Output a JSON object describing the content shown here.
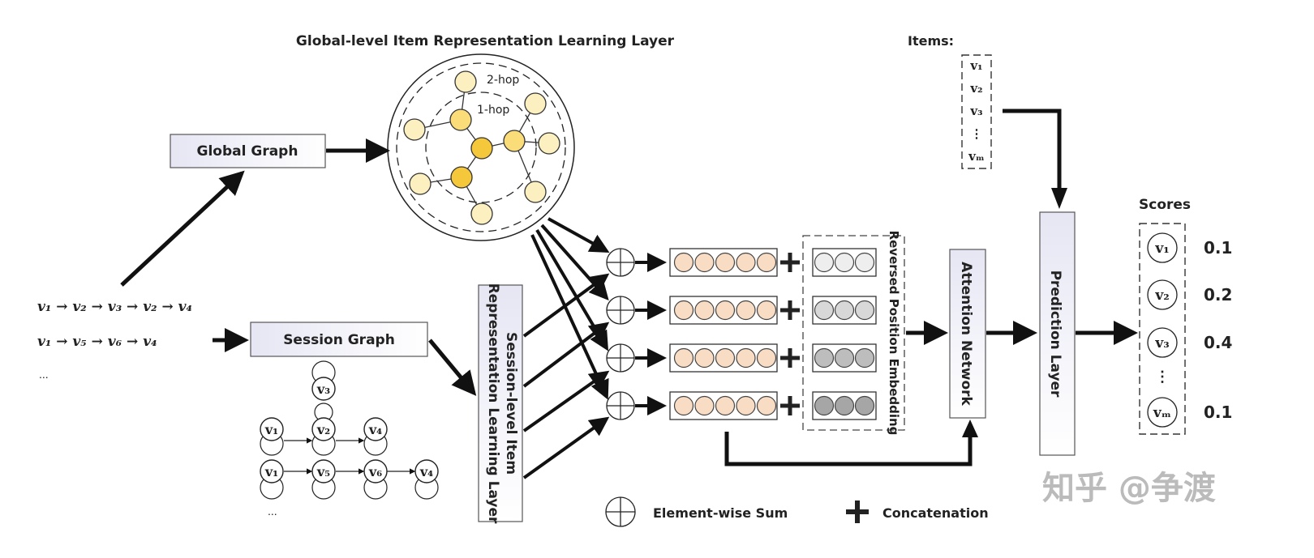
{
  "titles": {
    "global_layer": "Global-level Item Representation Learning Layer",
    "session_layer_line1": "Session-level Item",
    "session_layer_line2": "Representation  Learning Layer",
    "global_graph": "Global Graph",
    "session_graph": "Session Graph",
    "reversed_position": "Reversed Position Embedding",
    "attention": "Attention Network",
    "prediction": "Prediction Layer",
    "items": "Items:",
    "scores": "Scores"
  },
  "hops": {
    "two": "2-hop",
    "one": "1-hop"
  },
  "sessions": {
    "seq1": "v₁ → v₂ → v₃ → v₂ → v₄",
    "seq2": "v₁ → v₅ → v₆ → v₄",
    "more": "..."
  },
  "session_graph_nodes": {
    "g1": [
      "v₃",
      "v₁",
      "v₂",
      "v₄"
    ],
    "g2": [
      "v₁",
      "v₅",
      "v₆",
      "v₄"
    ],
    "more": "..."
  },
  "items_list": [
    "v₁",
    "v₂",
    "v₃",
    "⋮",
    "vₘ"
  ],
  "scores": [
    {
      "item": "v₁",
      "score": "0.1"
    },
    {
      "item": "v₂",
      "score": "0.2"
    },
    {
      "item": "v₃",
      "score": "0.4"
    },
    {
      "item": "⋮",
      "score": ""
    },
    {
      "item": "vₘ",
      "score": "0.1"
    }
  ],
  "legend": {
    "sum": "Element-wise Sum",
    "concat": "Concatenation"
  },
  "watermark": "知乎 @争渡",
  "colors": {
    "item_embed": "#f9dcc4",
    "pos1": "#eeeeee",
    "pos2": "#d8d8d8",
    "pos3": "#bdbdbd",
    "pos4": "#a6a6a6",
    "node_outer": "#fdf0c0",
    "node_mid": "#fadc78",
    "node_center": "#f5c73a",
    "box_fill": "#eeeef8"
  }
}
